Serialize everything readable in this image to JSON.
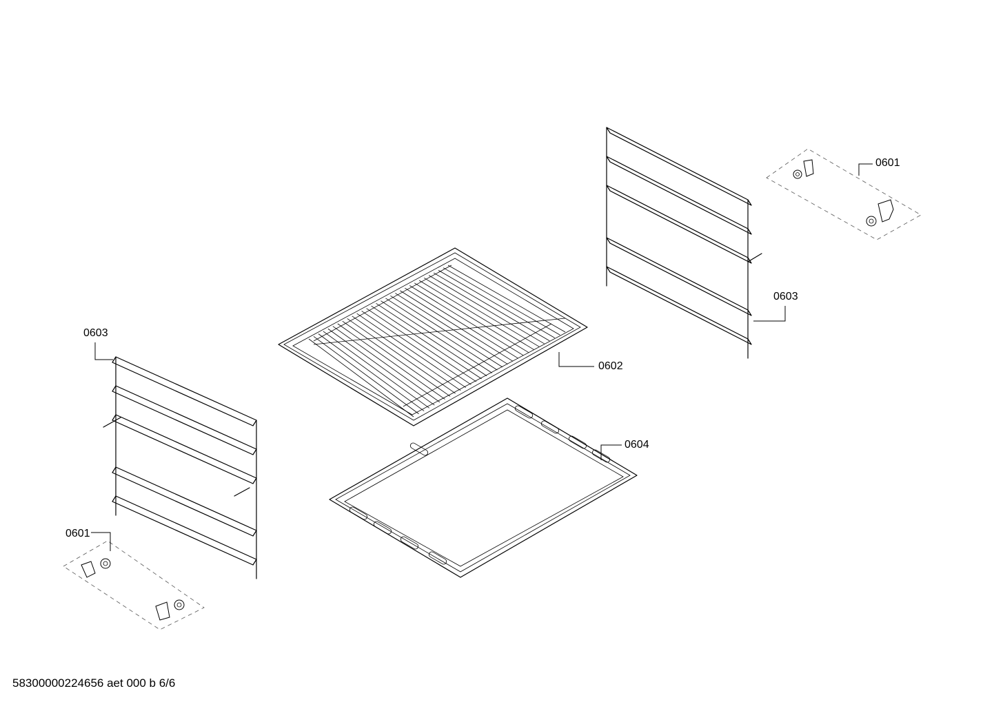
{
  "labels": {
    "clips_right": "0601",
    "rail_right": "0603",
    "rail_left": "0603",
    "grid_shelf": "0602",
    "baking_tray": "0604",
    "clips_left": "0601"
  },
  "footer": "58300000224656 aet 000 b 6/6"
}
